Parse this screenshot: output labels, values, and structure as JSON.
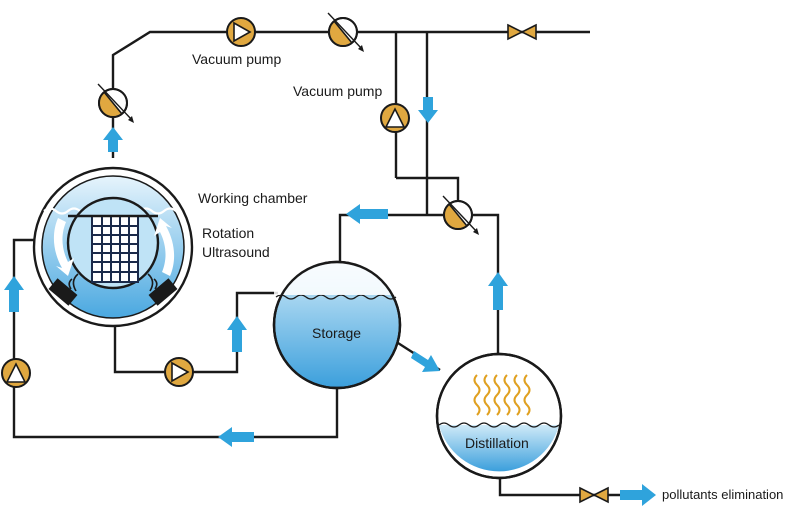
{
  "labels": {
    "vacuum_pump_top": "Vacuum pump",
    "vacuum_pump_mid": "Vacuum pump",
    "working_chamber": "Working chamber",
    "rotation": "Rotation",
    "ultrasound": "Ultrasound",
    "storage": "Storage",
    "distillation": "Distillation",
    "pollutants": "pollutants elimination"
  },
  "colors": {
    "flow_arrow": "#2fa3dc",
    "liquid": "#3aa2de",
    "pump_fill": "#e0a840",
    "outline": "#1a1a1a",
    "vapor": "#e0a020",
    "basket": "#1a2a4a"
  }
}
